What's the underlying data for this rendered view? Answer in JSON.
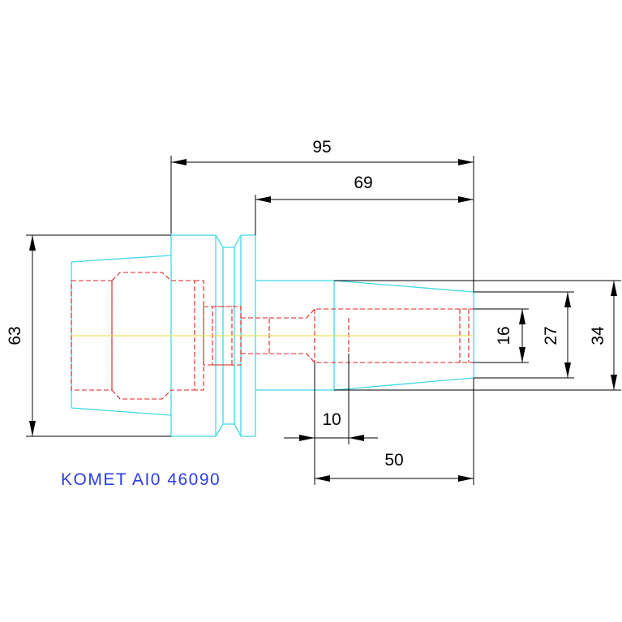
{
  "part_label": "KOMET AI0 46090",
  "dimensions": {
    "overall_length": "95",
    "shank_length": "69",
    "flange_diameter": "63",
    "bore_depth": "50",
    "step_length": "10",
    "bore_diameter": "16",
    "inner_diameter": "27",
    "shank_diameter": "34"
  },
  "colors": {
    "outline": "#3fd8e8",
    "hidden_lines": "#e02020",
    "center_line": "#f0e060",
    "dimensions": "#000000",
    "label": "#2a3ee0"
  }
}
